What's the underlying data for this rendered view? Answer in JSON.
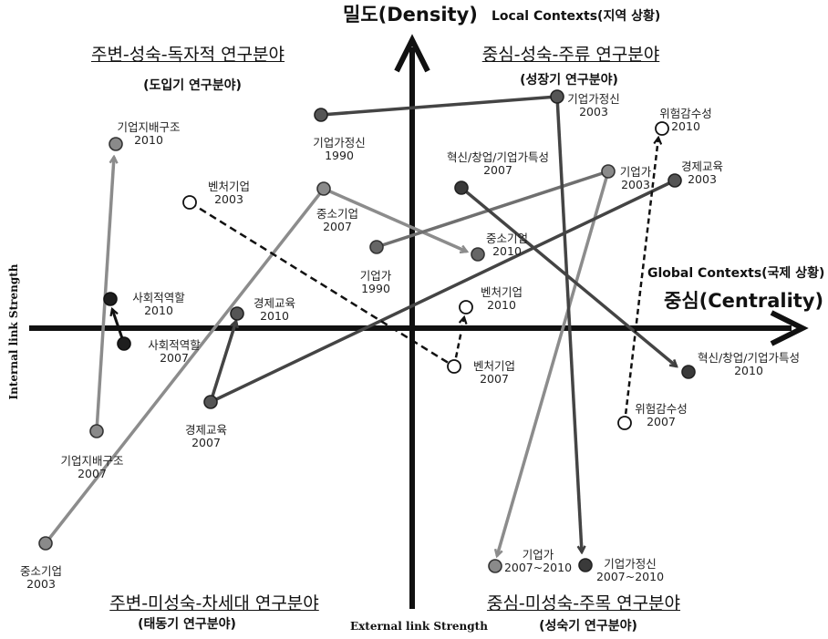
{
  "axes": {
    "y_title": "밀도(Density)",
    "y_context": "Local Contexts(지역 상황)",
    "x_context": "Global Contexts(국제 상황)",
    "x_title": "중심(Centrality)",
    "internal_strength": "Internal link Strength",
    "external_strength": "External link Strength"
  },
  "quadrants": {
    "top_left": {
      "title": "주변-성숙-독자적 연구분야",
      "subtitle": "(도입기 연구분야)"
    },
    "top_right": {
      "title": "중심-성숙-주류 연구분야",
      "subtitle": "(성장기 연구분야)"
    },
    "bottom_left": {
      "title": "주변-미성숙-차세대 연구분야",
      "subtitle": "(태동기 연구분야)"
    },
    "bottom_right": {
      "title": "중심-미성숙-주목 연구분야",
      "subtitle": "(성숙기 연구분야)"
    }
  },
  "labels": {
    "gjbg2010": "기업지배구조\n2010",
    "venture2003": "벤처기업\n2003",
    "gjg1990": "기업가정신\n1990",
    "sme2007": "중소기업\n2007",
    "gjg2003": "기업가정신\n2003",
    "innov2007": "혁신/창업/기업가특성\n2007",
    "ent2003": "기업가\n2003",
    "risk2010": "위험감수성\n2010",
    "econ2003": "경제교육\n2003",
    "sme2010": "중소기업\n2010",
    "ent1990": "기업가\n1990",
    "venture2010": "벤처기업\n2010",
    "social2010": "사회적역할\n2010",
    "econ2010": "경제교육\n2010",
    "social2007": "사회적역할\n2007",
    "venture2007": "벤처기업\n2007",
    "innov2010": "혁신/창업/기업가특성\n2010",
    "econ2007": "경제교육\n2007",
    "risk2007": "위험감수성\n2007",
    "gjbg2007": "기업지배구조\n2007",
    "sme2003": "중소기업\n2003",
    "ent0710": "기업가\n2007~2010",
    "gjg0710": "기업가정신\n2007~2010"
  },
  "icons": {
    "arrowhead": "arrowhead-icon"
  },
  "colors": {
    "axis": "#111111",
    "line_light": "#8c8c8c",
    "line_mid": "#6f6f6f",
    "line_dark": "#3e3e3e",
    "node_light": "#8a8a8a",
    "node_mid": "#666666",
    "node_dark": "#3a3a3a",
    "node_open": "#ffffff"
  }
}
